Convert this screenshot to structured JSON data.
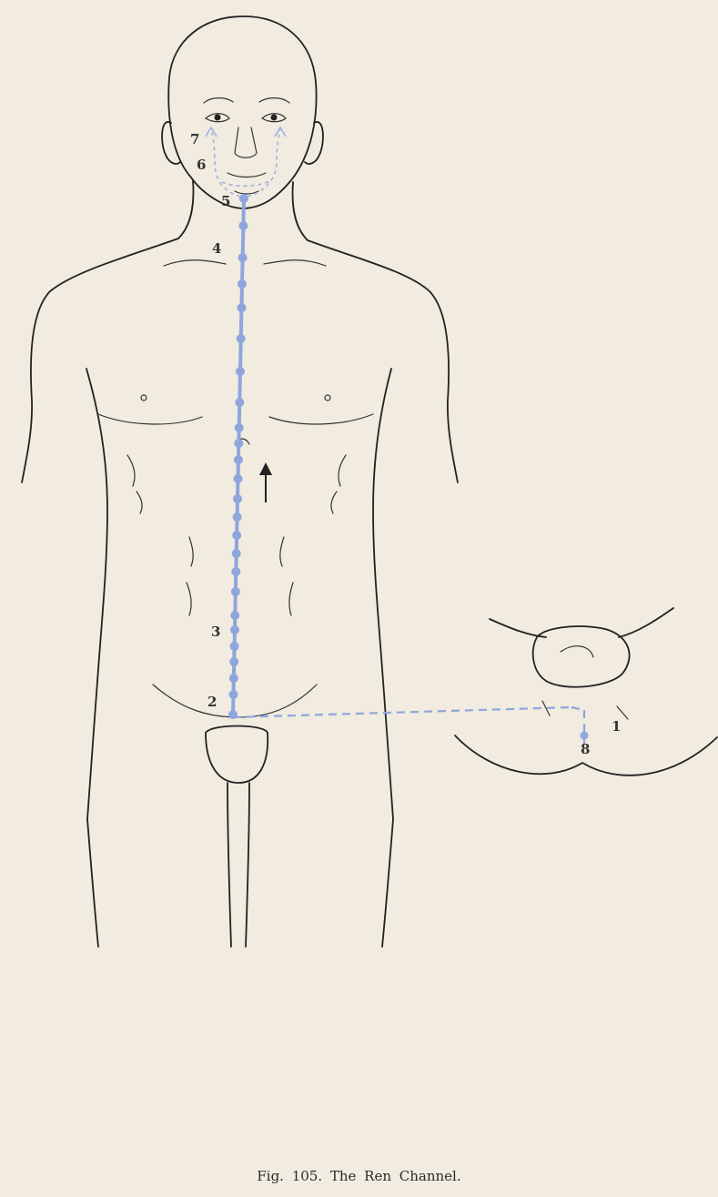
{
  "figure": {
    "caption": "Fig. 105.  The Ren Channel.",
    "point_labels": [
      "1",
      "2",
      "3",
      "4",
      "5",
      "6",
      "7"
    ],
    "inset_point_label": "8",
    "channel_color": "#8ea6dc",
    "outline_color": "#222222",
    "paper_color": "#f1ebe0",
    "flow_arrow_icon": "arrow-up-icon"
  }
}
